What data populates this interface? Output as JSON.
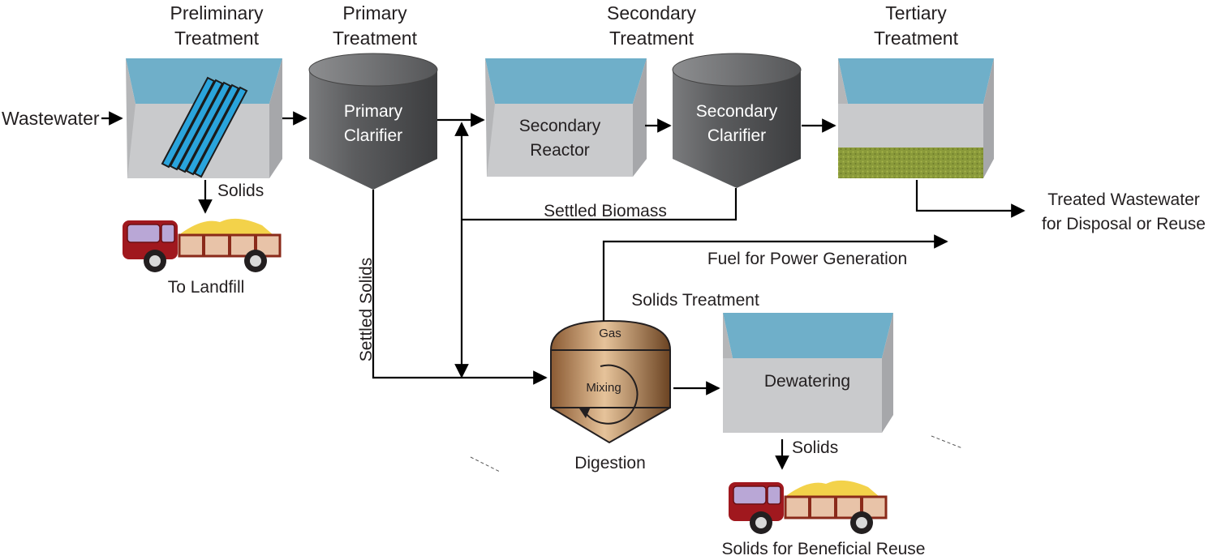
{
  "stages": {
    "preliminary": [
      "Preliminary",
      "Treatment"
    ],
    "primary": [
      "Primary",
      "Treatment"
    ],
    "secondary": [
      "Secondary",
      "Treatment"
    ],
    "tertiary": [
      "Tertiary",
      "Treatment"
    ]
  },
  "units": {
    "primary_clarifier": [
      "Primary",
      "Clarifier"
    ],
    "secondary_reactor": [
      "Secondary",
      "Reactor"
    ],
    "secondary_clarifier": [
      "Secondary",
      "Clarifier"
    ],
    "dewatering": "Dewatering",
    "digester_gas": "Gas",
    "digester_mixing": "Mixing"
  },
  "flows": {
    "wastewater": "Wastewater",
    "solids_preliminary": "Solids",
    "to_landfill": "To Landfill",
    "settled_biomass": "Settled Biomass",
    "settled_solids": "Settled Solids",
    "fuel": "Fuel for Power Generation",
    "treated": [
      "Treated Wastewater",
      "for Disposal or Reuse"
    ],
    "solids_treatment": "Solids Treatment",
    "digestion": "Digestion",
    "solids_dewatering": "Solids",
    "beneficial_reuse": "Solids for Beneficial Reuse"
  },
  "colors": {
    "water": "#6fafc9",
    "tank_front": "#c9cacc",
    "tank_side": "#a6a7aa",
    "clarifier": "#58595b",
    "digester": "#a67a52",
    "filter_media": "#8a9a3a",
    "screen": "#2aa4dc",
    "truck_cab": "#a0181e",
    "truck_bed": "#e8c3a8",
    "load": "#f3d24a"
  }
}
